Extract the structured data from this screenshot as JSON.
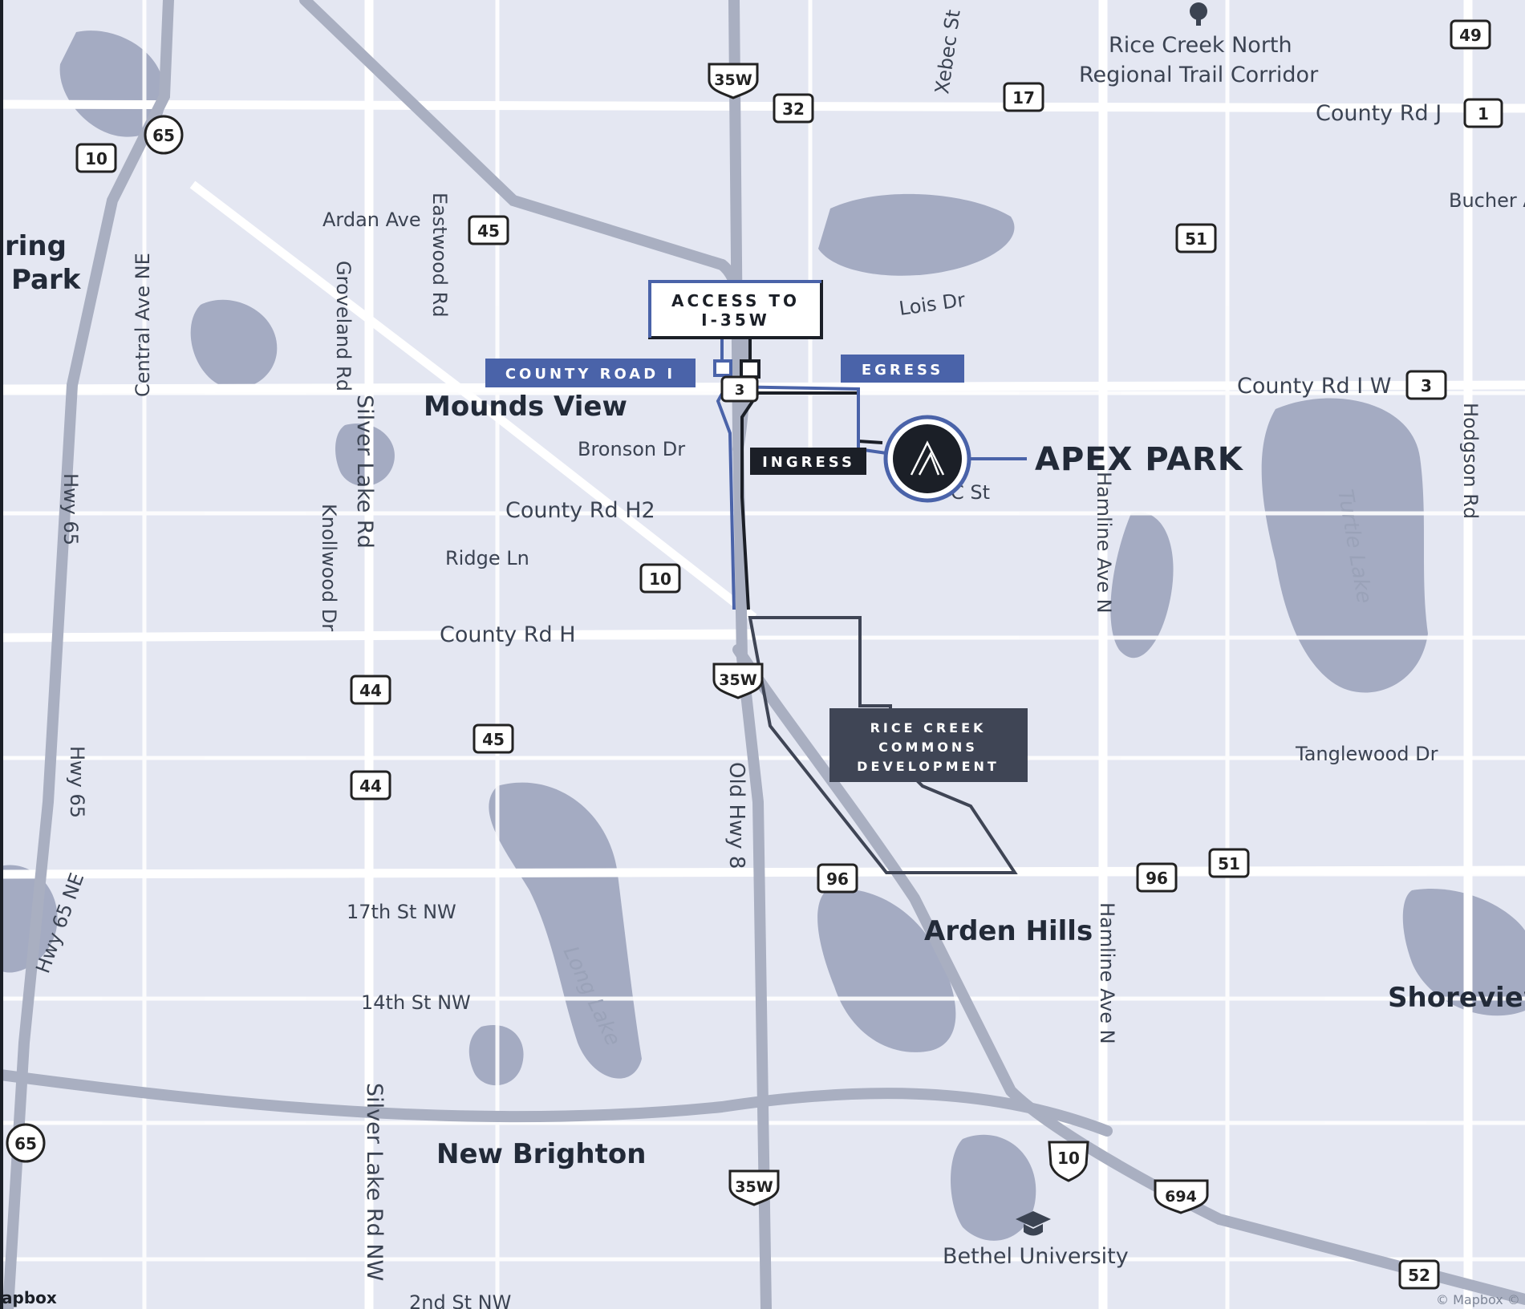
{
  "colors": {
    "background": "#e4e7f2",
    "water": "#a4abc2",
    "road_major": "#ffffff",
    "highway": "#a9afc1",
    "accent_blue": "#4a63a9",
    "dark": "#1b1f27",
    "development_fill": "#3f4555"
  },
  "places": {
    "mounds_view": "Mounds View",
    "arden_hills": "Arden Hills",
    "new_brighton": "New Brighton",
    "shoreview": "Shoreview",
    "spring_park_1": "ring",
    "spring_park_2": "Park",
    "rice_creek_1": "Rice Creek North",
    "rice_creek_2": "Regional Trail Corridor",
    "bethel": "Bethel University"
  },
  "streets": {
    "ardan": "Ardan Ave",
    "eastwood": "Eastwood Rd",
    "groveland": "Groveland Rd",
    "central": "Central Ave NE",
    "silver_lake": "Silver Lake Rd",
    "silver_lake_nw": "Silver Lake Rd NW",
    "knollwood": "Knollwood Dr",
    "hwy65_a": "Hwy 65",
    "hwy65_b": "Hwy 65",
    "hwy65ne": "Hwy 65 NE",
    "bronson": "Bronson Dr",
    "h2": "County Rd H2",
    "ridge": "Ridge Ln",
    "h": "County Rd H",
    "old8": "Old Hwy 8",
    "st17": "17th St NW",
    "st14": "14th St NW",
    "st2": "2nd St NW",
    "lois": "Lois Dr",
    "c_st": "C St",
    "xebec": "Xebec St",
    "county_j": "County Rd J",
    "county_iw": "County Rd I W",
    "hamline_1": "Hamline Ave N",
    "hamline_2": "Hamline Ave N",
    "hodgson": "Hodgson Rd",
    "tanglewood": "Tanglewood Dr",
    "bucher": "Bucher A",
    "turtle_lake": "Turtle Lake",
    "long_lake": "Long Lake"
  },
  "shields": {
    "s65a": "65",
    "s10a": "10",
    "s45a": "45",
    "s35w_top": "35W",
    "s32": "32",
    "s17": "17",
    "s49": "49",
    "s1": "1",
    "s51a": "51",
    "s3a": "3",
    "s3b": "3",
    "s10b": "10",
    "s44a": "44",
    "s45b": "45",
    "s44b": "44",
    "s35w_mid": "35W",
    "s96a": "96",
    "s96b": "96",
    "s51b": "51",
    "s65b": "65",
    "s35w_bot": "35W",
    "s10us": "10",
    "s694": "694",
    "s52": "52"
  },
  "callouts": {
    "access_line1": "ACCESS TO",
    "access_line2": "I-35W",
    "county_road_i": "COUNTY ROAD I",
    "egress": "EGRESS",
    "ingress": "INGRESS",
    "rice_line1": "RICE CREEK",
    "rice_line2": "COMMONS",
    "rice_line3": "DEVELOPMENT",
    "apex_park": "APEX PARK"
  },
  "attribution": {
    "mapbox_logo": "apbox",
    "copyright": "© Mapbox ©"
  }
}
